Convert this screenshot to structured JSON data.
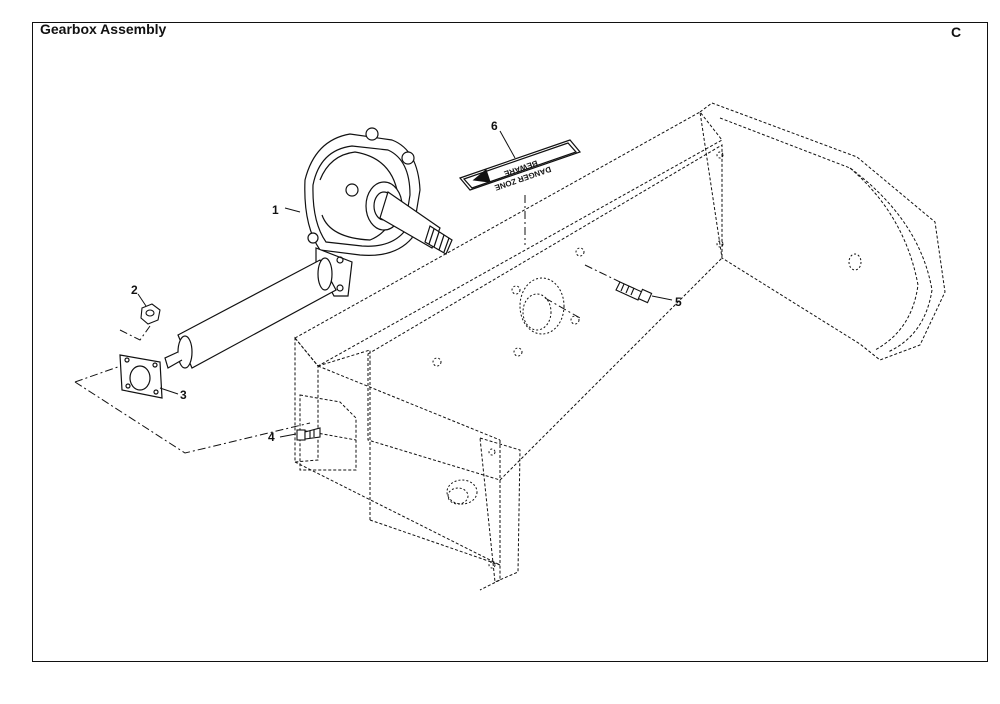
{
  "title": "Gearbox Assembly",
  "section_code": "C",
  "callouts": [
    {
      "label": "1",
      "part": "gearbox"
    },
    {
      "label": "2",
      "part": "nut"
    },
    {
      "label": "3",
      "part": "bearing-flange"
    },
    {
      "label": "4",
      "part": "bolt"
    },
    {
      "label": "5",
      "part": "bolt"
    },
    {
      "label": "6",
      "part": "danger-decal"
    }
  ],
  "decal": {
    "line1": "BEWARE",
    "line2": "DANGER ZONE"
  }
}
